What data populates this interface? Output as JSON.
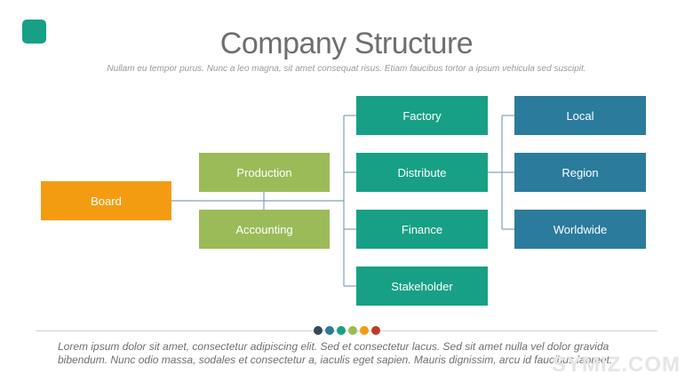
{
  "slide": {
    "title": "Company Structure",
    "subtitle": "Nullam eu tempor purus. Nunc a leo magna, sit amet consequat risus. Etiam faucibus tortor a ipsum vehicula sed suscipit.",
    "footer": "Lorem ipsum dolor sit amet, consectetur adipiscing elit. Sed et consectetur lacus. Sed sit amet nulla vel dolor gravida bibendum. Nunc odio massa, sodales et consectetur a, iaculis eget sapien. Mauris dignissim, arcu id faucibus laoreet.",
    "watermark": "SYMIZ.COM"
  },
  "chart": {
    "nodes": {
      "board": "Board",
      "production": "Production",
      "accounting": "Accounting",
      "factory": "Factory",
      "distribute": "Distribute",
      "finance": "Finance",
      "stakeholder": "Stakeholder",
      "local": "Local",
      "region": "Region",
      "worldwide": "Worldwide"
    }
  },
  "colors": {
    "board": "#f39c12",
    "level2": "#9bbb59",
    "level3": "#17a085",
    "level4": "#2b7b9c",
    "connector": "#7fa3b8",
    "dots": [
      "#34495e",
      "#2b7b9c",
      "#17a085",
      "#9bbb59",
      "#f39c12",
      "#c0392b"
    ]
  }
}
